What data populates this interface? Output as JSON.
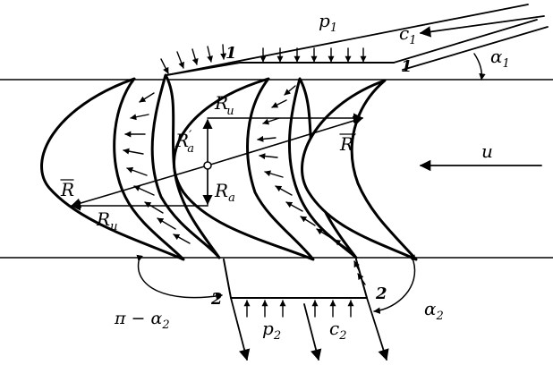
{
  "labels": {
    "p1": "p",
    "p1_sub": "1",
    "c1": "c",
    "c1_sub": "1",
    "alpha1": "α",
    "alpha1_sub": "1",
    "one_left": "1",
    "one_right": "1",
    "Ru_prime": "R",
    "Ru_prime_sub": "u",
    "Ru_prime_mark": "′",
    "Ra_prime": "R",
    "Ra_prime_sub": "a",
    "Ra_prime_mark": "′",
    "R_prime_bar": "R",
    "R_prime_bar_mark": "′",
    "R_bar": "R",
    "Ra": "R",
    "Ra_sub": "a",
    "Ru": "R",
    "Ru_sub": "u",
    "u": "u",
    "pi_minus_alpha2": "π − α",
    "pi_minus_alpha2_sub": "2",
    "two_left": "2",
    "two_right": "2",
    "p2": "p",
    "p2_sub": "2",
    "c2": "c",
    "c2_sub": "2",
    "alpha2": "α",
    "alpha2_sub": "2"
  },
  "colors": {
    "ink": "#000000",
    "background": "#ffffff"
  }
}
